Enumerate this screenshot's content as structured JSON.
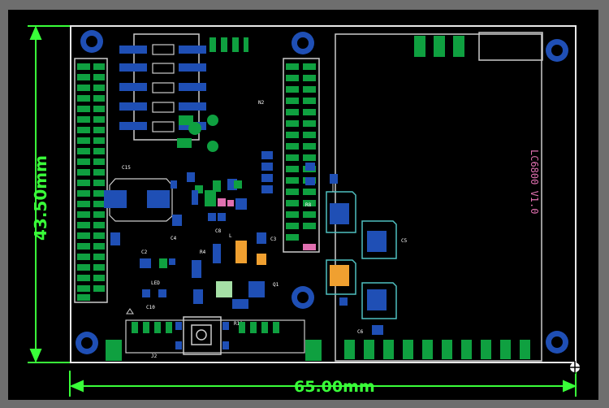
{
  "pcb": {
    "dimensions": {
      "height_label": "43.50mm",
      "width_label": "65.00mm"
    },
    "silkscreen": {
      "board_name": "LC6800 V1.0",
      "refs": [
        "C15",
        "C4",
        "C2",
        "C8",
        "C3",
        "C10",
        "R4",
        "R10",
        "R8",
        "N2",
        "Q1",
        "LED",
        "J2",
        "L",
        "C5",
        "C6"
      ]
    },
    "colors": {
      "background": "#000000",
      "frame_bg": "#6e6e6e",
      "outline": "#e8e8e8",
      "dimension": "#39ff39",
      "pad_green": "#0fa040",
      "pad_blue": "#1f4fb5",
      "pad_orange": "#f0a030",
      "pad_pink": "#e070b0",
      "via": "#1040c0"
    }
  }
}
